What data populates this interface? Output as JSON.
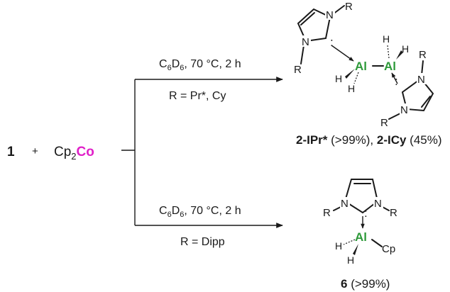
{
  "reactant": {
    "compound": "1",
    "plus": "+",
    "reagent_main": "Cp",
    "reagent_sub": "2",
    "reagent_metal": "Co"
  },
  "upper_arrow": {
    "cond_pre": "C",
    "cond_sub1": "6",
    "cond_mid": "D",
    "cond_sub2": "6",
    "cond_post": ", 70 °C, 2 h",
    "r_groups": "R = Pr*, Cy"
  },
  "lower_arrow": {
    "cond_pre": "C",
    "cond_sub1": "6",
    "cond_mid": "D",
    "cond_sub2": "6",
    "cond_post": ", 70 °C, 2 h",
    "r_groups": "R = Dipp"
  },
  "upper_product": {
    "label_a": "2-IPr*",
    "yield_a": " (>99%), ",
    "label_b": "2-ICy",
    "yield_b": " (45%)"
  },
  "lower_product": {
    "label": "6",
    "yield": " (>99%)"
  },
  "atoms": {
    "N": "N",
    "R": "R",
    "Al": "Al",
    "H": "H",
    "Cp": "Cp",
    "lone_pair": ":"
  }
}
